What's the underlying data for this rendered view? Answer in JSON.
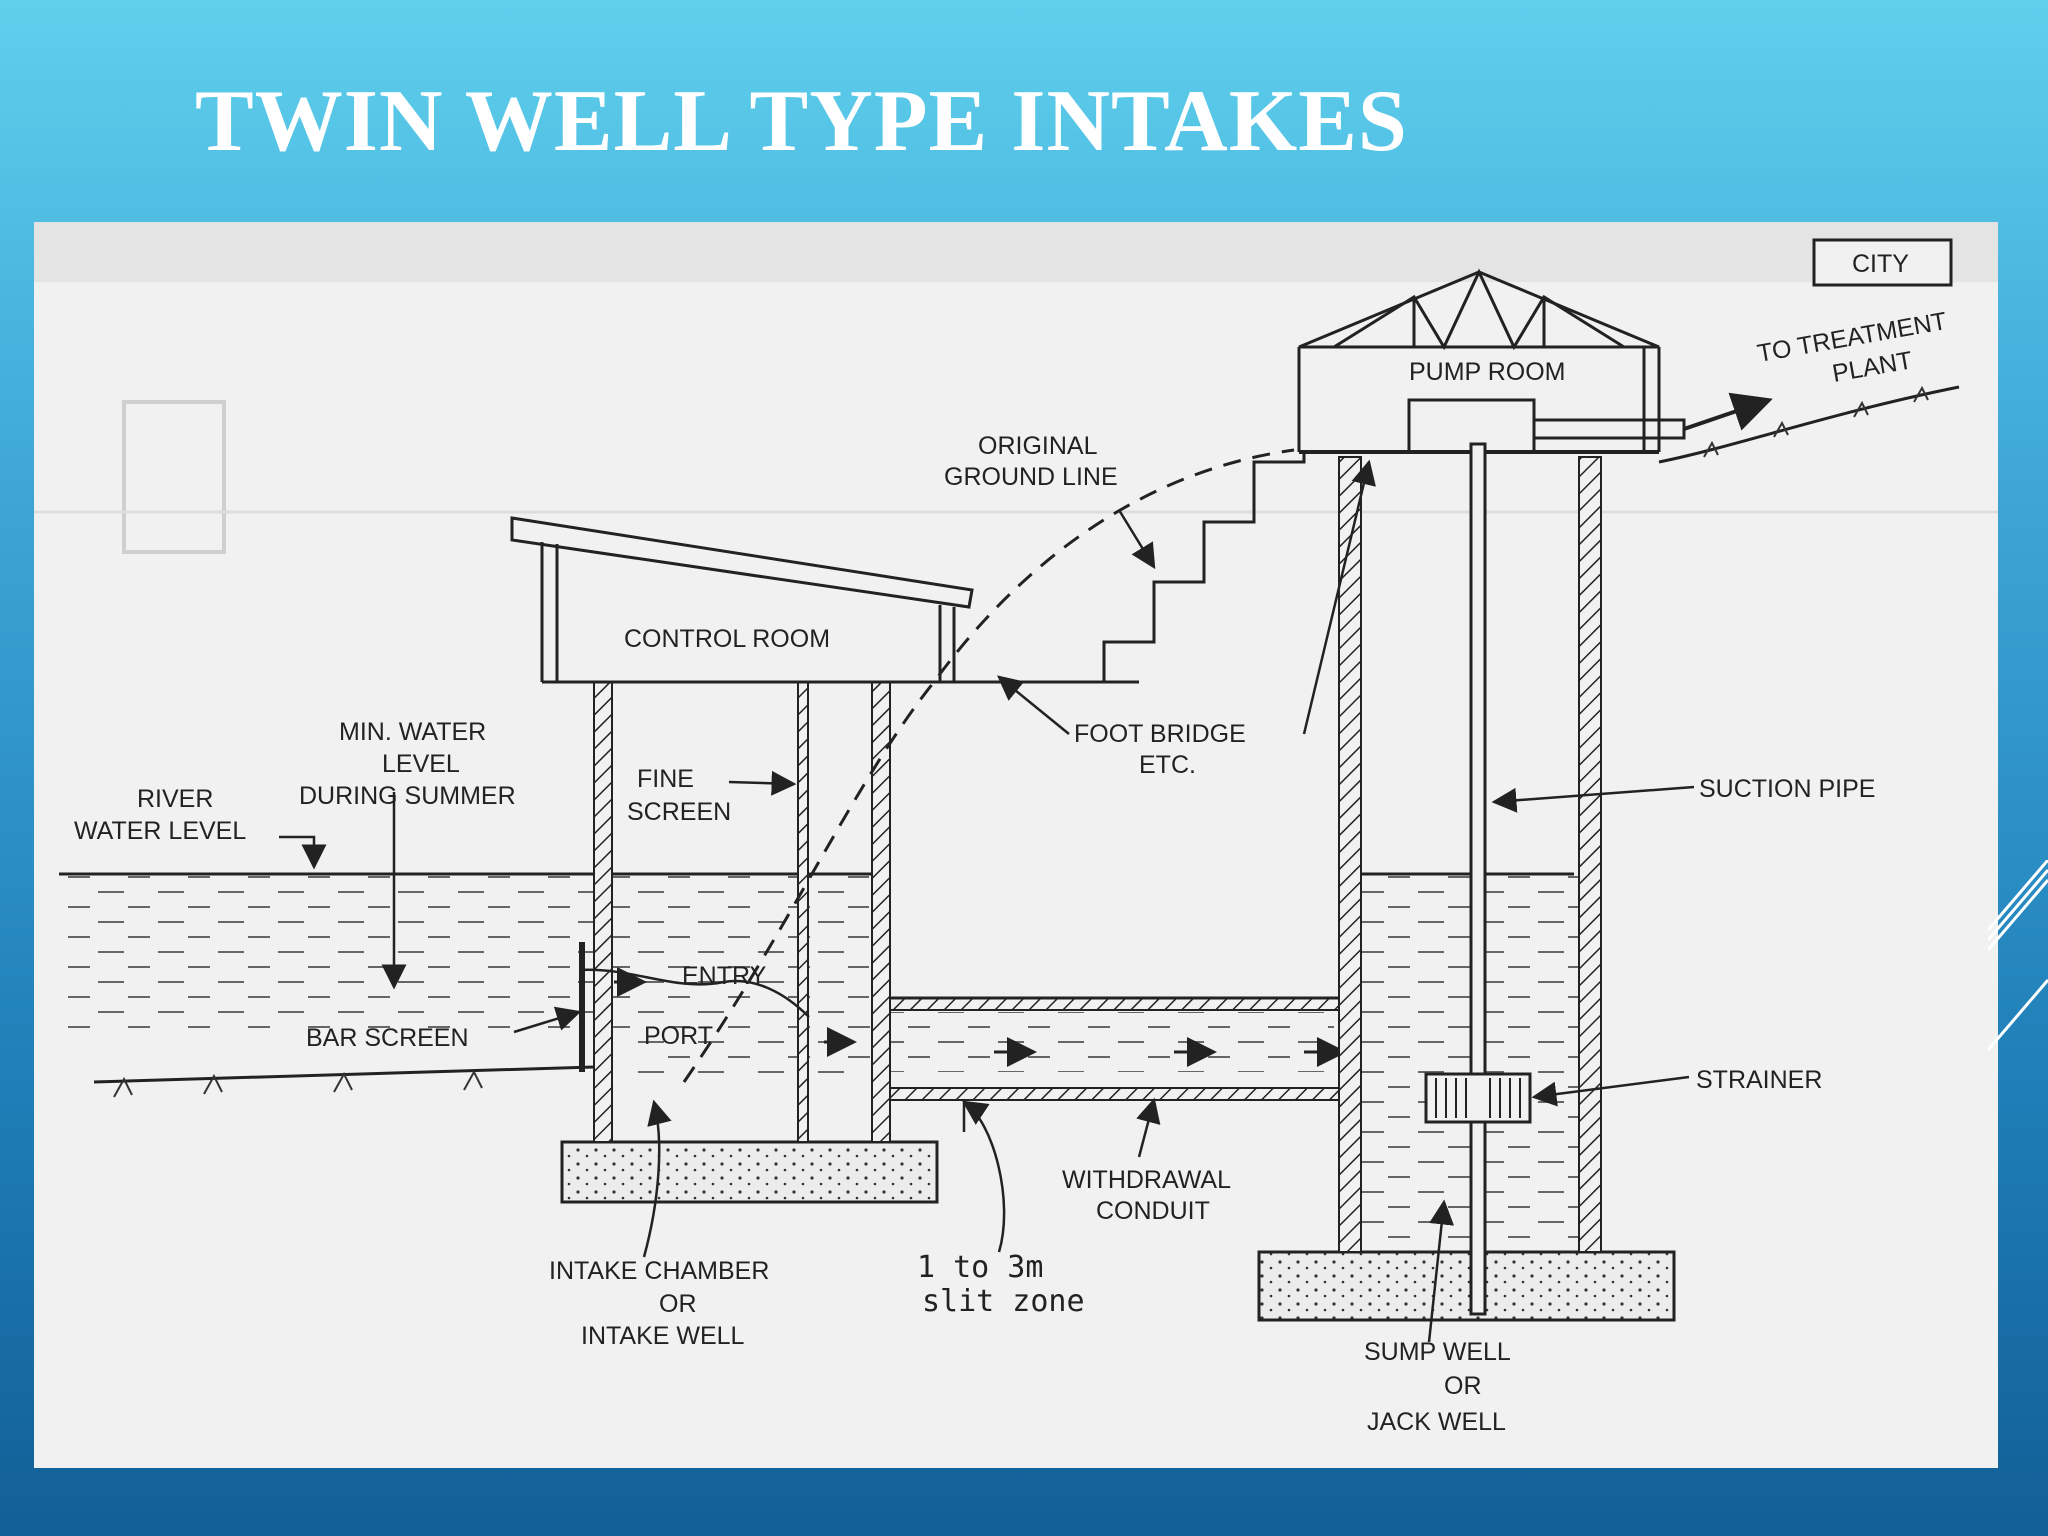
{
  "slide": {
    "title": "TWIN WELL TYPE INTAKES"
  },
  "diagram": {
    "labels": {
      "city": "CITY",
      "to_treatment_1": "TO TREATMENT",
      "to_treatment_2": "PLANT",
      "pump_room": "PUMP ROOM",
      "original_ground_1": "ORIGINAL",
      "original_ground_2": "GROUND LINE",
      "control_room": "CONTROL ROOM",
      "min_water_1": "MIN. WATER",
      "min_water_2": "LEVEL",
      "min_water_3": "DURING SUMMER",
      "river_1": "RIVER",
      "river_2": "WATER LEVEL",
      "fine_screen_1": "FINE",
      "fine_screen_2": "SCREEN",
      "foot_bridge_1": "FOOT BRIDGE",
      "foot_bridge_2": "ETC.",
      "suction_pipe": "SUCTION PIPE",
      "entry": "ENTRY",
      "port": "PORT",
      "bar_screen": "BAR SCREEN",
      "strainer": "STRAINER",
      "withdrawal_1": "WITHDRAWAL",
      "withdrawal_2": "CONDUIT",
      "intake_1": "INTAKE CHAMBER",
      "intake_2": "OR",
      "intake_3": "INTAKE WELL",
      "silt_1": "1 to 3m",
      "silt_2": "slit  zone",
      "sump_1": "SUMP WELL",
      "sump_2": "OR",
      "sump_3": "JACK WELL"
    }
  }
}
